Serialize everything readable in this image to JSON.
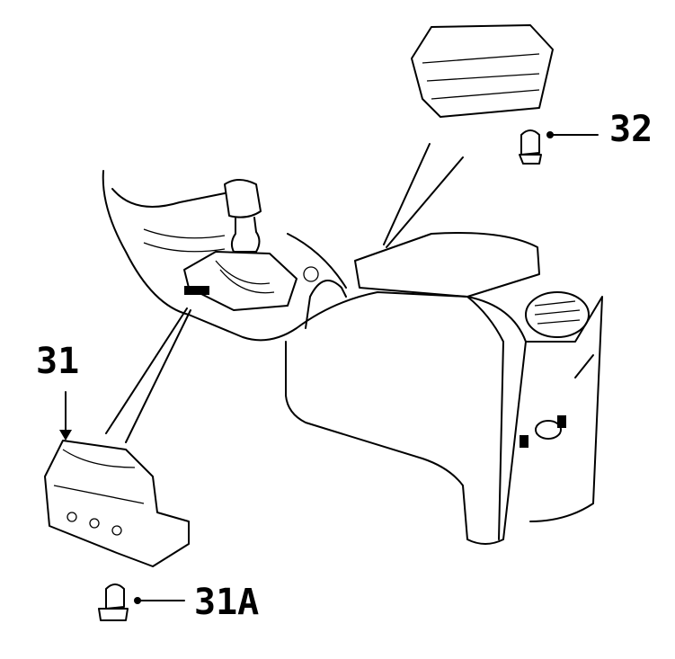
{
  "labels": {
    "part_32": "32",
    "part_31": "31",
    "part_31a": "31A"
  }
}
